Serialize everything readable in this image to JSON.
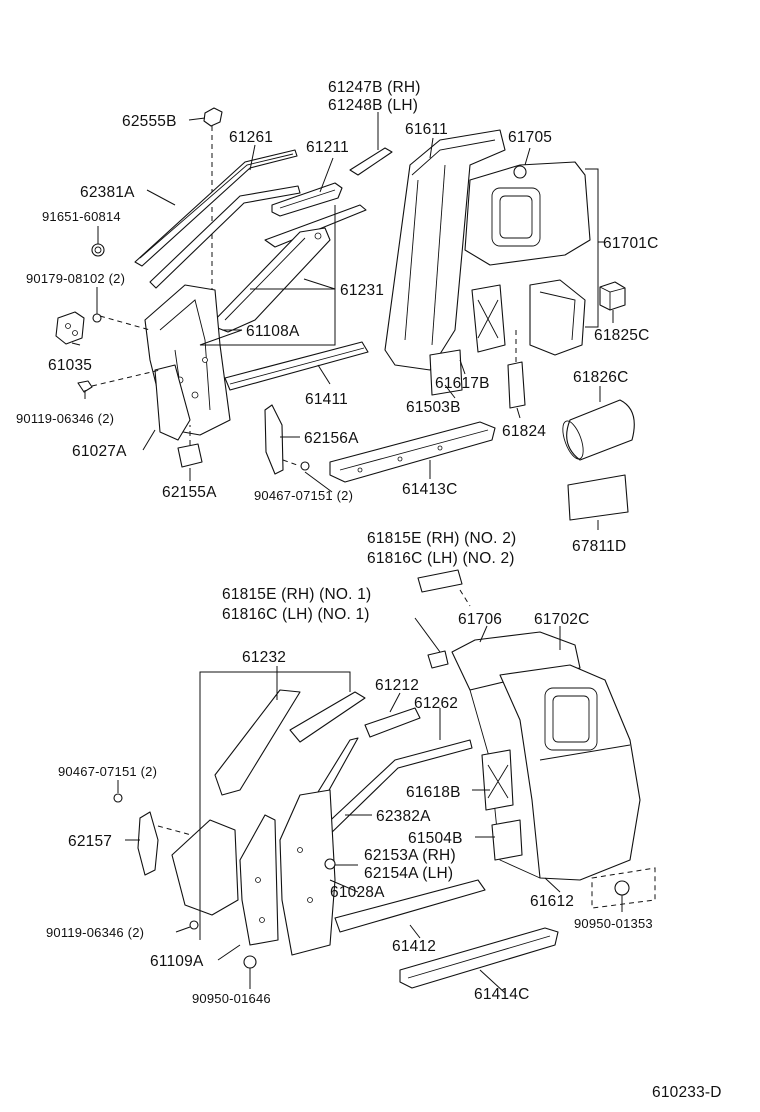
{
  "diagram_id": "610233-D",
  "part_labels": {
    "p62555B": "62555B",
    "p61261": "61261",
    "p61211": "61211",
    "p61247B": "61247B (RH)",
    "p61248B": "61248B (LH)",
    "p61611": "61611",
    "p61705": "61705",
    "p62381A": "62381A",
    "p91651": "91651-60814",
    "p90179": "90179-08102 (2)",
    "p61231": "61231",
    "p61701C": "61701C",
    "p61108A": "61108A",
    "p61825C": "61825C",
    "p61035": "61035",
    "p61617B": "61617B",
    "p61411": "61411",
    "p61503B": "61503B",
    "p61826C": "61826C",
    "p90119a": "90119-06346 (2)",
    "p61027A": "61027A",
    "p62156A": "62156A",
    "p61824": "61824",
    "p62155A": "62155A",
    "p90467a": "90467-07151 (2)",
    "p61413C": "61413C",
    "p67811D": "67811D",
    "p61815E2": "61815E (RH) (NO. 2)",
    "p61816C2": "61816C (LH) (NO. 2)",
    "p61815E1": "61815E (RH) (NO. 1)",
    "p61816C1": "61816C (LH) (NO. 1)",
    "p61706": "61706",
    "p61702C": "61702C",
    "p61232": "61232",
    "p61212": "61212",
    "p61262": "61262",
    "p90467b": "90467-07151 (2)",
    "p61618B": "61618B",
    "p62382A": "62382A",
    "p62157": "62157",
    "p61504B": "61504B",
    "p62153A": "62153A (RH)",
    "p62154A": "62154A (LH)",
    "p61028A": "61028A",
    "p61612": "61612",
    "p90119b": "90119-06346 (2)",
    "p90950a": "90950-01353",
    "p61109A": "61109A",
    "p61412": "61412",
    "p90950b": "90950-01646",
    "p61414C": "61414C"
  }
}
